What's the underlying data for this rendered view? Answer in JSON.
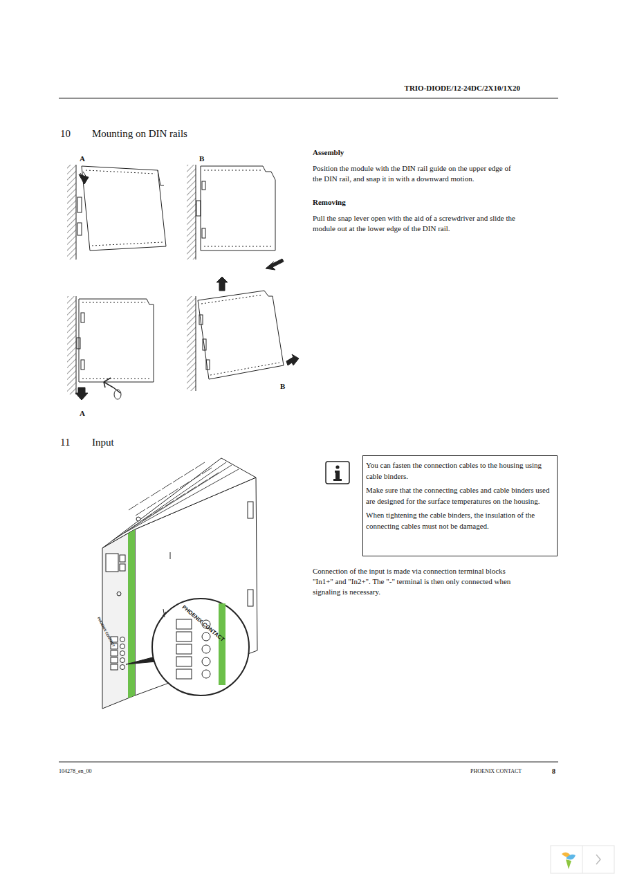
{
  "diagram": {
    "nodes": [
      {
        "text": [
          "You can fasten the connection cables to the housing using cable binders.",
          "Make sure that the connecting cables and cable binders used are designed for the surface temperatures on the housing.",
          "When tightening the cable binders, the insulation of the connecting cables must not be damaged."
        ]
      }
    ],
    "labels": [
      "TRIO-DIODE/12-24DC/2X10/1X20",
      "10",
      "Mounting on DIN rails",
      "A",
      "B",
      "Assembly",
      "Position the module with the DIN rail guide on the upper edge of the DIN rail, and snap it in with a downward motion.",
      "Removing",
      "Pull the snap lever open with the aid of a screwdriver and slide the module out at the lower edge of the DIN rail.",
      "B",
      "A",
      "11",
      "Input",
      "PHOENIX CONTACT",
      "PHOENIX CONTACT",
      "Connection of the input is made via connection terminal blocks \"In1+\" and \"In2+\". The \"-\" terminal is then only connected when signaling is necessary.",
      "104278_en_00",
      "PHOENIX CONTACT",
      "8"
    ]
  }
}
